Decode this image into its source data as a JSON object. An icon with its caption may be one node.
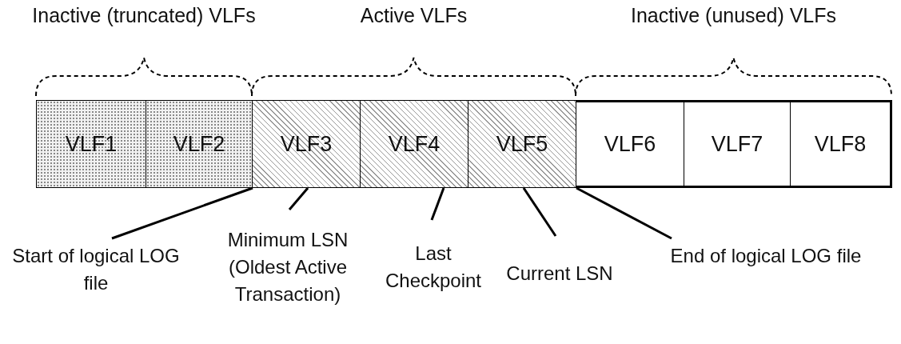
{
  "diagram": {
    "nodes": [
      {
        "text": [
          "VLF1"
        ]
      },
      {
        "text": [
          "VLF2"
        ]
      },
      {
        "text": [
          "VLF3"
        ]
      },
      {
        "text": [
          "VLF4"
        ]
      },
      {
        "text": [
          "VLF5"
        ]
      },
      {
        "text": [
          "VLF6"
        ]
      },
      {
        "text": [
          "VLF7"
        ]
      },
      {
        "text": [
          "VLF8"
        ]
      },
      {
        "text": [
          "Start of logical LOG file"
        ]
      },
      {
        "text": [
          "Minimum LSN (Oldest Active Transaction)"
        ]
      },
      {
        "text": [
          "Last Checkpoint"
        ]
      },
      {
        "text": [
          "Current LSN"
        ]
      },
      {
        "text": [
          "End of logical LOG file"
        ]
      }
    ],
    "edges": [
      {
        "from": 8,
        "to": 1,
        "arrow": "none"
      },
      {
        "from": 9,
        "to": 2,
        "arrow": "none"
      },
      {
        "from": 10,
        "to": 3,
        "arrow": "none"
      },
      {
        "from": 11,
        "to": 4,
        "arrow": "none"
      },
      {
        "from": 12,
        "to": 4,
        "arrow": "none"
      }
    ],
    "labels": [
      "Inactive (truncated) VLFs",
      "Active VLFs",
      "Inactive (unused) VLFs"
    ]
  }
}
